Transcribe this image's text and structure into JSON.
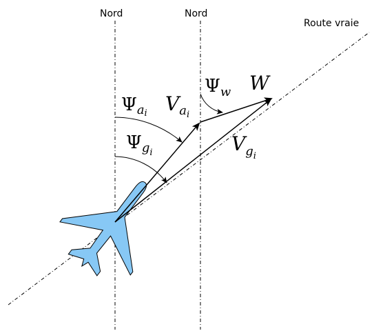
{
  "labels": {
    "north_left": "Nord",
    "north_right": "Nord",
    "true_route": "Route vraie"
  },
  "symbols": {
    "psi_a": {
      "main": "Ψ",
      "sub": "a",
      "sub2": "i"
    },
    "psi_g": {
      "main": "Ψ",
      "sub": "g",
      "sub2": "i"
    },
    "psi_w": {
      "main": "Ψ",
      "sub": "w"
    },
    "v_a": {
      "main": "V",
      "sub": "a",
      "sub2": "i"
    },
    "v_g": {
      "main": "V",
      "sub": "g",
      "sub2": "i"
    },
    "w": {
      "main": "W"
    }
  },
  "colors": {
    "aircraft_fill": "#87c8f5",
    "line": "#000000"
  }
}
